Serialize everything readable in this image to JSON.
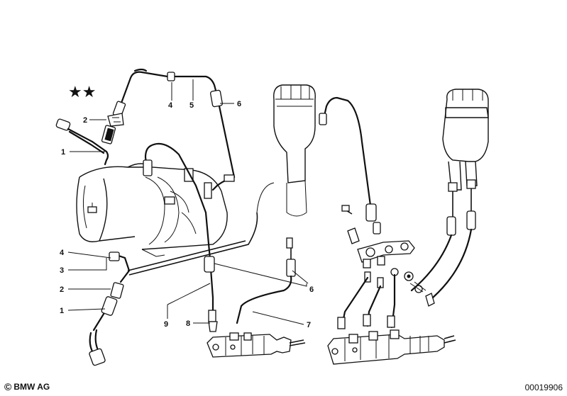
{
  "callouts": {
    "upper_4": "4",
    "upper_5": "5",
    "upper_6": "6",
    "upper_2": "2",
    "upper_1": "1",
    "lower_4": "4",
    "lower_3": "3",
    "lower_2": "2",
    "lower_1": "1",
    "lower_9": "9",
    "lower_8": "8",
    "lower_7": "7",
    "lower_6": "6"
  },
  "marker": "★★",
  "footer": {
    "copyright": "©",
    "brand": "BMW AG",
    "reference": "00019906"
  }
}
